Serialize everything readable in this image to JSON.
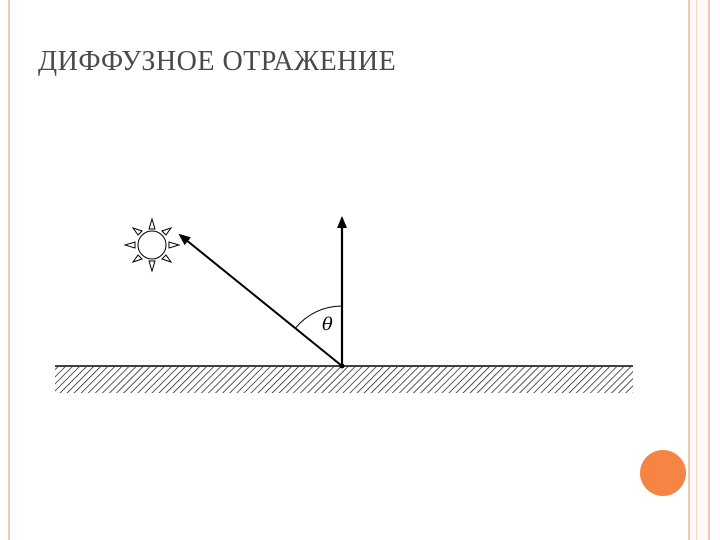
{
  "slide": {
    "title": "ДИФФУЗНОЕ ОТРАЖЕНИЕ",
    "colors": {
      "frame": "#f2c6b8",
      "accent": "#f58445",
      "title_text": "#4a4a4a",
      "lines": "#000000"
    }
  },
  "diagram": {
    "angle_label": "θ",
    "icons": {
      "light_source": "sun-icon",
      "surface": "hatched-surface"
    }
  }
}
